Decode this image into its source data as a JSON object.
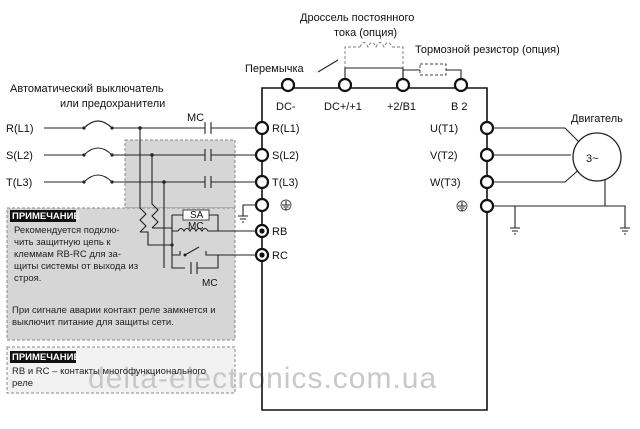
{
  "labels": {
    "choke": [
      "Дроссель постоянного",
      "тока (опция)"
    ],
    "brake_resistor": "Тормозной резистор (опция)",
    "jumper": "Перемычка",
    "breaker": [
      "Автоматический выключатель",
      "или предохранители"
    ],
    "contactor": "MC",
    "motor": "Двигатель",
    "motor_symbol": "3~",
    "sa": "SA",
    "mc_coil": "MC",
    "mc_contact": "MC"
  },
  "terminals_top": [
    "DC-",
    "DC+/+1",
    "+2/B1",
    "B 2"
  ],
  "terminals_in": [
    "R(L1)",
    "S(L2)",
    "T(L3)"
  ],
  "lines_in": [
    "R(L1)",
    "S(L2)",
    "T(L3)"
  ],
  "terminals_out": [
    "U(T1)",
    "V(T2)",
    "W(T3)"
  ],
  "relay": [
    "RB",
    "RC"
  ],
  "notes": {
    "note1_title": "ПРИМЕЧАНИЕ",
    "note1_body": [
      "Рекомендуется подклю-",
      "чить защитную цепь к",
      "клеммам RB-RC для за-",
      "щиты системы от выхода из",
      "строя."
    ],
    "note1_extra": [
      "При сигнале аварии контакт реле замкнется и",
      "выключит питание для защиты сети."
    ],
    "note2_title": "ПРИМЕЧАНИЕ",
    "note2_body": [
      "RB и RC – контакты многофункционального",
      "реле"
    ]
  },
  "watermark": "delta-electronics.com.ua"
}
